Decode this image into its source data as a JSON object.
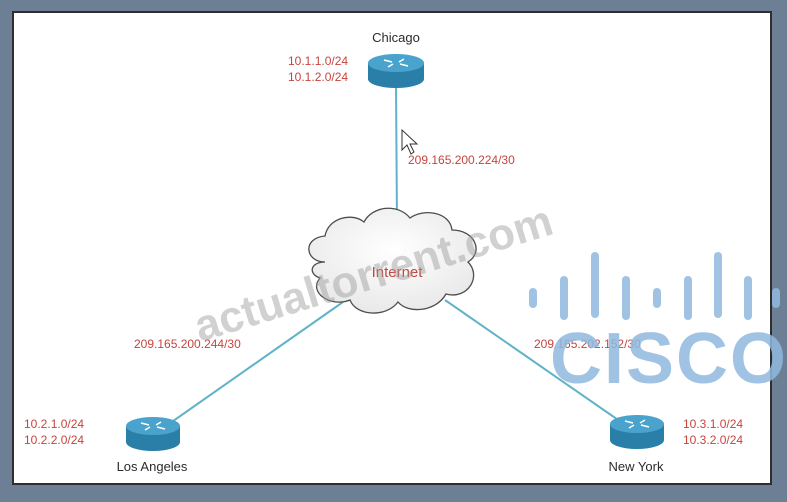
{
  "routers": {
    "chicago": {
      "name": "Chicago",
      "subnets": [
        "10.1.1.0/24",
        "10.1.2.0/24"
      ]
    },
    "los_angeles": {
      "name": "Los Angeles",
      "subnets": [
        "10.2.1.0/24",
        "10.2.2.0/24"
      ]
    },
    "new_york": {
      "name": "New York",
      "subnets": [
        "10.3.1.0/24",
        "10.3.2.0/24"
      ]
    }
  },
  "cloud": {
    "label": "Internet"
  },
  "links": {
    "chicago_net": "209.165.200.224/30",
    "los_angeles_net": "209.165.200.244/30",
    "new_york_net": "209.165.202.152/30"
  },
  "watermark": {
    "text": "actualtorrent.com"
  },
  "brand": {
    "text": "CISCO"
  },
  "colors": {
    "link": "#5fb3c9",
    "router_body": "#2a7fa8",
    "router_top": "#4aa3cc",
    "label_red": "#c6453e",
    "brand_blue": "#8fb8df",
    "outer_background": "#6d7f95"
  }
}
